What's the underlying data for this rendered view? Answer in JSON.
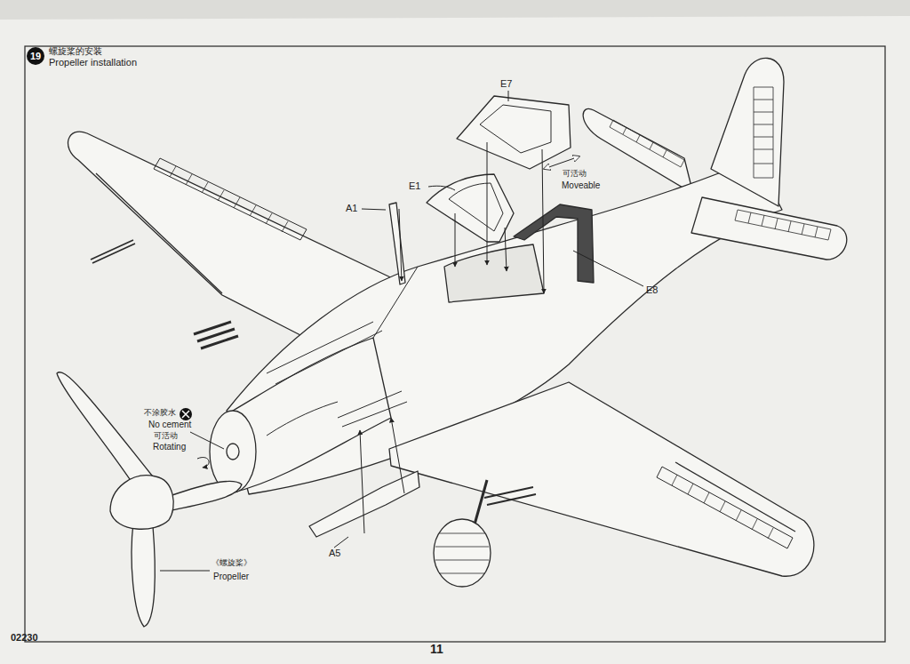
{
  "diagram": {
    "title": "Propeller installation",
    "labels": [
      "19",
      "螺旋桨的安装",
      "E7",
      "可活动",
      "Moveable",
      "E1",
      "A1",
      "E8",
      "不涂胶水",
      "No cement",
      "可活动",
      "Rotating",
      "A5",
      "《螺旋桨》",
      "Propeller",
      "02230",
      "11"
    ]
  }
}
